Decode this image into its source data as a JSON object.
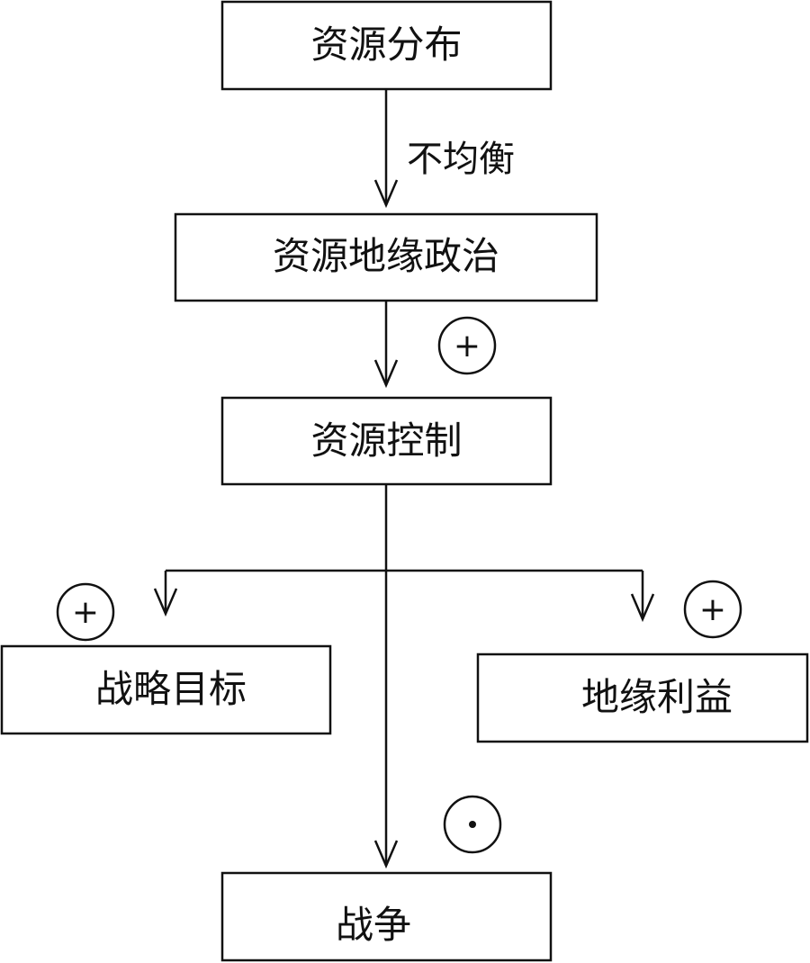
{
  "nodes": {
    "resource_distribution": "资源分布",
    "resource_geopolitics": "资源地缘政治",
    "resource_control": "资源控制",
    "strategic_goal": "战略目标",
    "geo_interest": "地缘利益",
    "war": "战争"
  },
  "edge_labels": {
    "imbalance": "不均衡"
  },
  "symbols": {
    "plus": "+"
  }
}
